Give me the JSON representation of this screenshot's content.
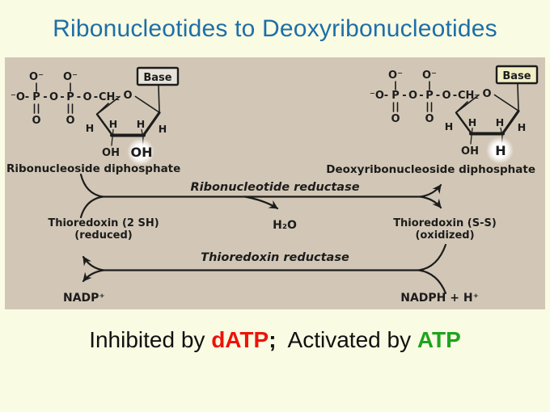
{
  "title": "Ribonucleotides to Deoxyribonucleotides",
  "colors": {
    "background": "#fafbe3",
    "panel": "#d2c7b6",
    "title_blue": "#1d6fa8",
    "ink": "#1c1c1c",
    "inhibitor_red": "#ee1209",
    "activator_green": "#1ea41e",
    "left_base_fill": "#e7e3da",
    "right_base_fill": "#f2eec5",
    "highlight_glow": "#ffffff"
  },
  "atoms": {
    "o_minus": "O⁻",
    "neg_o": "⁻O",
    "p": "P",
    "o": "O",
    "dash": "-",
    "ch2": "CH₂",
    "h": "H",
    "oh": "OH"
  },
  "left_structure": {
    "base_label": "Base",
    "highlight": "OH",
    "label": "Ribonucleoside diphosphate"
  },
  "right_structure": {
    "base_label": "Base",
    "highlight": "H",
    "label": "Deoxyribonucleoside diphosphate"
  },
  "reaction_top": {
    "enzyme": "Ribonucleotide reductase",
    "byproduct": "H₂O",
    "substrate_left_line1": "Thioredoxin (2 SH)",
    "substrate_left_line2": "(reduced)",
    "product_right_line1": "Thioredoxin (S-S)",
    "product_right_line2": "(oxidized)"
  },
  "reaction_bottom": {
    "enzyme": "Thioredoxin reductase",
    "product_left": "NADP⁺",
    "substrate_right": "NADPH + H⁺"
  },
  "footer": {
    "inhibited_prefix": "Inhibited by ",
    "inhibitor": "dATP",
    "separator": ";",
    "activated_prefix": "  Activated by ",
    "activator": "ATP"
  }
}
